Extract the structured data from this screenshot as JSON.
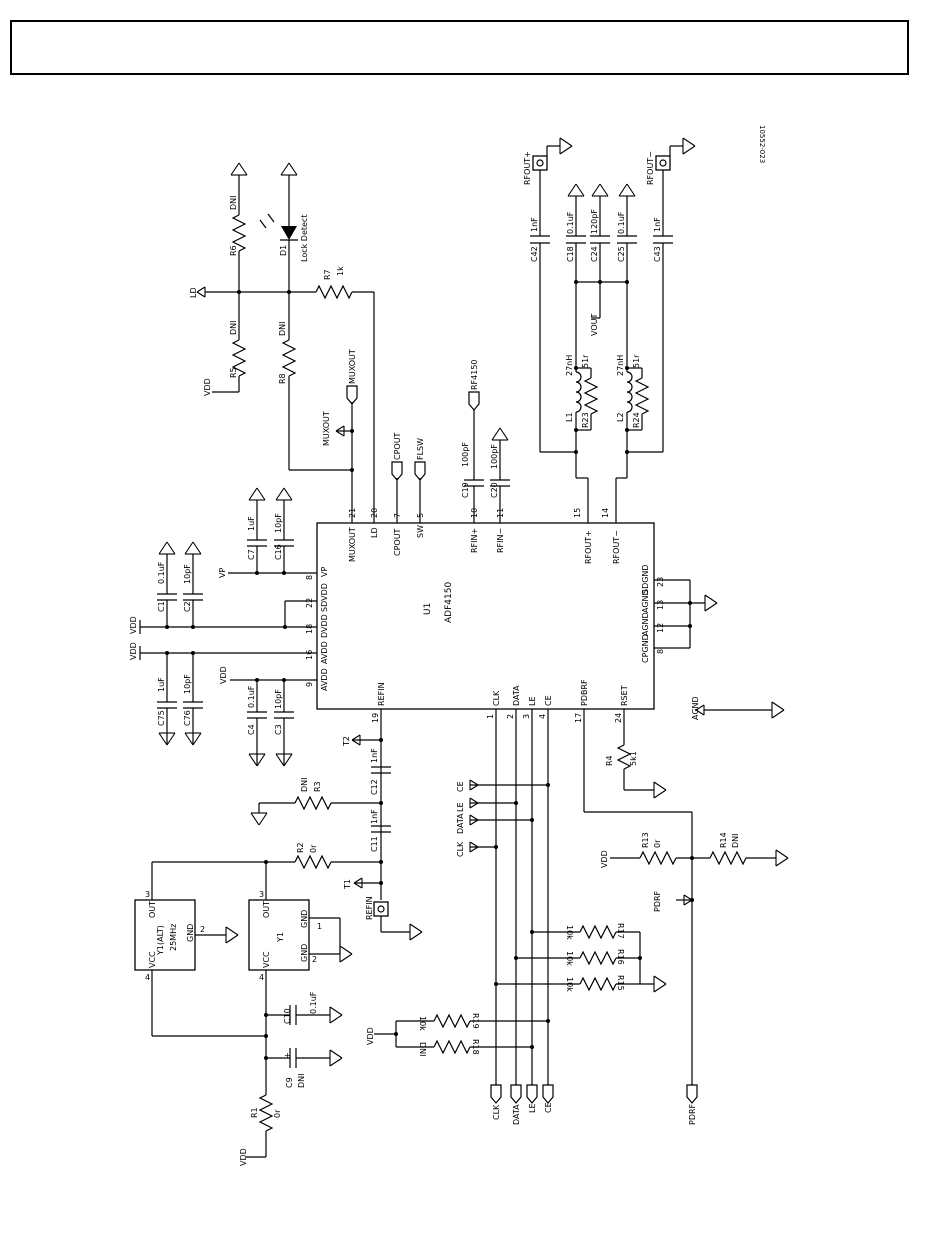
{
  "figure_code": "10552-023",
  "ic": {
    "ref": "U1",
    "part": "ADF4150",
    "top_pins": [
      {
        "num": "21",
        "name": "MUXOUT"
      },
      {
        "num": "20",
        "name": "LD"
      },
      {
        "num": "7",
        "name": "CPOUT"
      },
      {
        "num": "5",
        "name": "SW"
      },
      {
        "num": "10",
        "name": "RFIN+"
      },
      {
        "num": "11",
        "name": "RFIN−"
      },
      {
        "num": "15",
        "name": "RFOUT+"
      },
      {
        "num": "14",
        "name": "RFOUT−"
      }
    ],
    "left_pins": [
      {
        "num": "8",
        "name": "VP"
      },
      {
        "num": "22",
        "name": "SDVDD"
      },
      {
        "num": "18",
        "name": "DVDD"
      },
      {
        "num": "16",
        "name": "AVDD"
      },
      {
        "num": "9",
        "name": "AVDD"
      }
    ],
    "right_pins": [
      {
        "num": "23",
        "name": "SDGND"
      },
      {
        "num": "13",
        "name": "AGND"
      },
      {
        "num": "12",
        "name": "AGND"
      },
      {
        "num": "8",
        "name": "CPGND"
      }
    ],
    "bottom_pins": [
      {
        "num": "19",
        "name": "REFIN"
      },
      {
        "num": "1",
        "name": "CLK"
      },
      {
        "num": "2",
        "name": "DATA"
      },
      {
        "num": "3",
        "name": "LE"
      },
      {
        "num": "4",
        "name": "CE"
      },
      {
        "num": "17",
        "name": "PDBRF"
      },
      {
        "num": "24",
        "name": "RSET"
      }
    ]
  },
  "components": {
    "R6": {
      "ref": "R6",
      "value": "DNI"
    },
    "R5": {
      "ref": "R5",
      "value": "DNI"
    },
    "R8": {
      "ref": "R8",
      "value": "DNI"
    },
    "R7": {
      "ref": "R7",
      "value": "1k"
    },
    "D1": {
      "ref": "D1",
      "value": "Lock Detect"
    },
    "C42": {
      "ref": "C42",
      "value": "1nF"
    },
    "C43": {
      "ref": "C43",
      "value": "1nF"
    },
    "C18": {
      "ref": "C18",
      "value": "0.1uF"
    },
    "C24": {
      "ref": "C24",
      "value": "120pF"
    },
    "C25": {
      "ref": "C25",
      "value": "0.1uF"
    },
    "L1": {
      "ref": "L1",
      "value": "27nH"
    },
    "L2": {
      "ref": "L2",
      "value": "27nH"
    },
    "R23": {
      "ref": "R23",
      "value": "51r"
    },
    "R24": {
      "ref": "R24",
      "value": "51r"
    },
    "C19": {
      "ref": "C19",
      "value": "100pF"
    },
    "C20": {
      "ref": "C20",
      "value": "100pF"
    },
    "C7": {
      "ref": "C7",
      "value": "1uF"
    },
    "C16": {
      "ref": "C16",
      "value": "10pF"
    },
    "C1": {
      "ref": "C1",
      "value": "0.1uF"
    },
    "C2": {
      "ref": "C2",
      "value": "10pF"
    },
    "C75": {
      "ref": "C75",
      "value": "1uF"
    },
    "C76": {
      "ref": "C76",
      "value": "10pF"
    },
    "C4": {
      "ref": "C4",
      "value": "0.1uF"
    },
    "C3": {
      "ref": "C3",
      "value": "10pF"
    },
    "C12": {
      "ref": "C12",
      "value": "1nF"
    },
    "C11": {
      "ref": "C11",
      "value": "1nF"
    },
    "R3": {
      "ref": "R3",
      "value": "DNI"
    },
    "R2": {
      "ref": "R2",
      "value": "0r"
    },
    "R4": {
      "ref": "R4",
      "value": "5k1"
    },
    "R13": {
      "ref": "R13",
      "value": "0r"
    },
    "R14": {
      "ref": "R14",
      "value": "DNI"
    },
    "R17": {
      "ref": "R17",
      "value": "10k"
    },
    "R16": {
      "ref": "R16",
      "value": "10k"
    },
    "R15": {
      "ref": "R15",
      "value": "10k"
    },
    "R19": {
      "ref": "R19",
      "value": "10k"
    },
    "R18": {
      "ref": "R18",
      "value": "DNI"
    },
    "C10": {
      "ref": "C10",
      "value": "0.1uF"
    },
    "C9": {
      "ref": "C9",
      "value": "DNI"
    },
    "R1": {
      "ref": "R1",
      "value": "0r"
    },
    "Y1": {
      "ref": "Y1",
      "pins": {
        "out": "OUT",
        "vcc": "VCC",
        "gnd1": "GND",
        "gnd2": "GND",
        "n3": "3",
        "n4": "4",
        "n1": "1",
        "n2": "2"
      }
    },
    "Y1ALT": {
      "ref": "Y1(ALT)",
      "value": "25MHz",
      "pins": {
        "out": "OUT",
        "vcc": "VCC",
        "gnd": "GND",
        "n3": "3",
        "n4": "4",
        "n2": "2"
      }
    }
  },
  "nets": {
    "LD": "LD",
    "VDD": "VDD",
    "VP": "VP",
    "MUXOUT": "MUXOUT",
    "CPOUT": "CPOUT",
    "FLSW": "FLSW",
    "RF4150": "RF4150",
    "VOUT": "VOUT",
    "RFOUT_P": "RFOUT+",
    "RFOUT_N": "RFOUT−",
    "AGND": "AGND",
    "T1": "T1",
    "T2": "T2",
    "REFIN": "REFIN",
    "CE": "CE",
    "DATA": "DATA",
    "LE": "LE",
    "CLK": "CLK",
    "PDRF": "PDRF"
  }
}
